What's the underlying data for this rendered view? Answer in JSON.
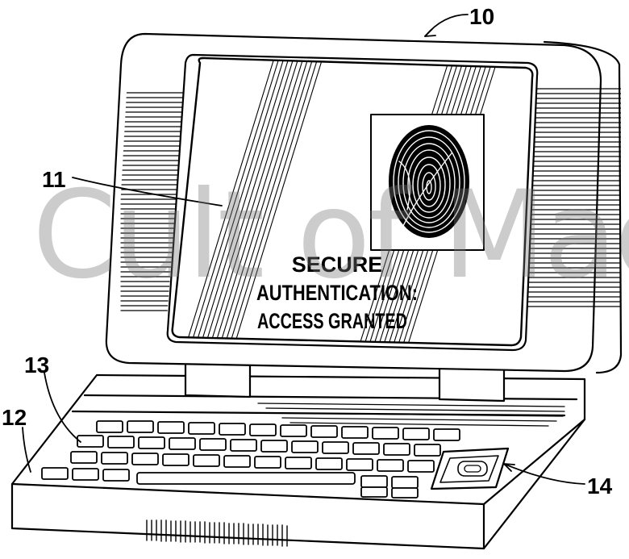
{
  "drawing": {
    "ref_labels": {
      "laptop": "10",
      "display": "11",
      "base": "12",
      "keyboard": "13",
      "fingerprint_sensor": "14"
    },
    "screen_text": {
      "line1": "SECURE",
      "line2": "AUTHENTICATION:",
      "line3": "ACCESS GRANTED"
    }
  },
  "watermark": {
    "text": "Cult of Mac"
  },
  "colors": {
    "ink": "#000000",
    "paper": "#ffffff",
    "watermark": "#8a8a8a"
  }
}
